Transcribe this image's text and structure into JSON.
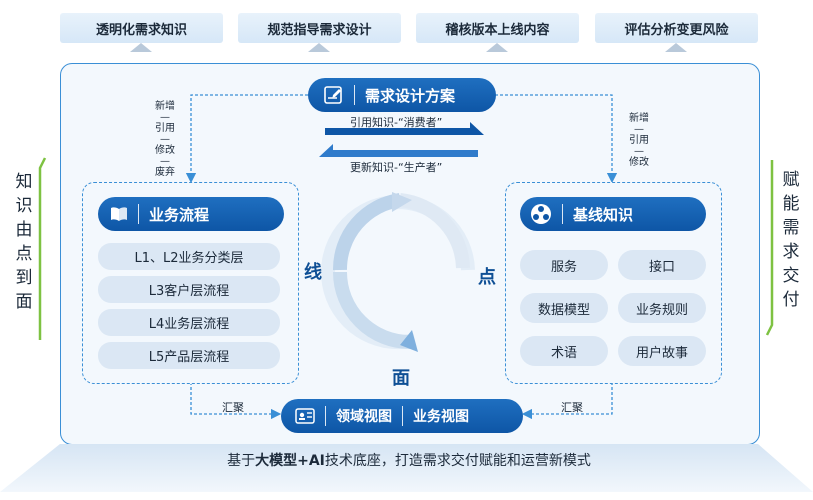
{
  "top_tabs": [
    "透明化需求知识",
    "规范指导需求设计",
    "稽核版本上线内容",
    "评估分析变更风险"
  ],
  "left_side_text": [
    "知",
    "识",
    "由",
    "点",
    "到",
    "面"
  ],
  "right_side_text": [
    "赋",
    "能",
    "需",
    "求",
    "交",
    "付"
  ],
  "left_note": [
    "新增",
    "—",
    "引用",
    "—",
    "修改",
    "—",
    "废弃"
  ],
  "right_note": [
    "新增",
    "—",
    "引用",
    "—",
    "修改"
  ],
  "design_plan": {
    "label": "需求设计方案",
    "icon": "document-edit-icon"
  },
  "ref_arrow": "引用知识-“消费者”",
  "update_arrow": "更新知识-“生产者”",
  "business_flow": {
    "label": "业务流程",
    "icon": "book-icon",
    "items": [
      "L1、L2业务分类层",
      "L3客户层流程",
      "L4业务层流程",
      "L5产品层流程"
    ]
  },
  "baseline_knowledge": {
    "label": "基线知识",
    "icon": "knowledge-network-icon",
    "items": [
      "服务",
      "接口",
      "数据模型",
      "业务规则",
      "术语",
      "用户故事"
    ]
  },
  "cycle_labels": {
    "line": "线",
    "point": "点",
    "surface": "面"
  },
  "aggregate_left": "汇聚",
  "aggregate_right": "汇聚",
  "views": {
    "left": "领域视图",
    "right": "业务视图",
    "icon": "id-card-icon"
  },
  "bottom_text": {
    "prefix": "基于",
    "bold": "大模型+AI",
    "suffix": "技术底座，打造需求交付赋能和运营新模式"
  },
  "colors": {
    "accent": "#0e56a6",
    "frame": "#3a8fd6",
    "item_bg": "#dbe7f4",
    "side_green": "#7ec242"
  }
}
